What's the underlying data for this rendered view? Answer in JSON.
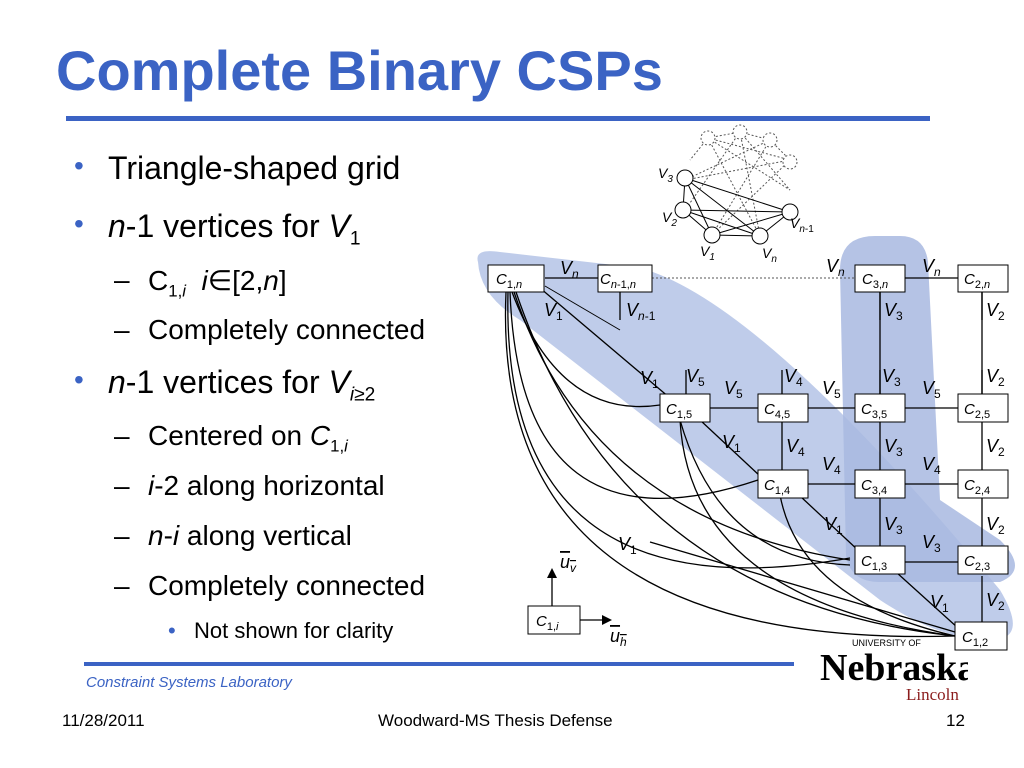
{
  "slide": {
    "title": "Complete Binary CSPs",
    "footer_lab": "Constraint Systems Laboratory",
    "footer_date": "11/28/2011",
    "footer_center": "Woodward-MS Thesis Defense",
    "page_number": "12"
  },
  "bullets": {
    "b1": "Triangle-shaped grid",
    "b2_pre": "n",
    "b2_mid": "-1 vertices for ",
    "b2_var": "V",
    "b2_sub": "1",
    "b2_s1_c": "C",
    "b2_s1_sub": "1,",
    "b2_s1_subi": "i",
    "b2_s1_rest_i": "i",
    "b2_s1_rest": "∈[2,",
    "b2_s1_n": "n",
    "b2_s1_close": "]",
    "b2_s2": "Completely connected",
    "b3_pre": "n",
    "b3_mid": "-1 vertices for ",
    "b3_var": "V",
    "b3_subi": "i",
    "b3_sub": "≥2",
    "b3_s1": "Centered on ",
    "b3_s1_c": "C",
    "b3_s1_sub": "1,",
    "b3_s1_subi": "i",
    "b3_s2_i": "i",
    "b3_s2": "-2 along horizontal",
    "b3_s3_n": "n",
    "b3_s3_dash": "-",
    "b3_s3_i": "i",
    "b3_s3": " along vertical",
    "b3_s4": "Completely connected",
    "b3_s4_sub": "Not shown for clarity"
  },
  "logo": {
    "top_text": "UNIVERSITY OF",
    "name": "Nebraska",
    "city": "Lincoln"
  },
  "colors": {
    "title": "#3b63c4",
    "highlight": "#b4c3e6"
  }
}
